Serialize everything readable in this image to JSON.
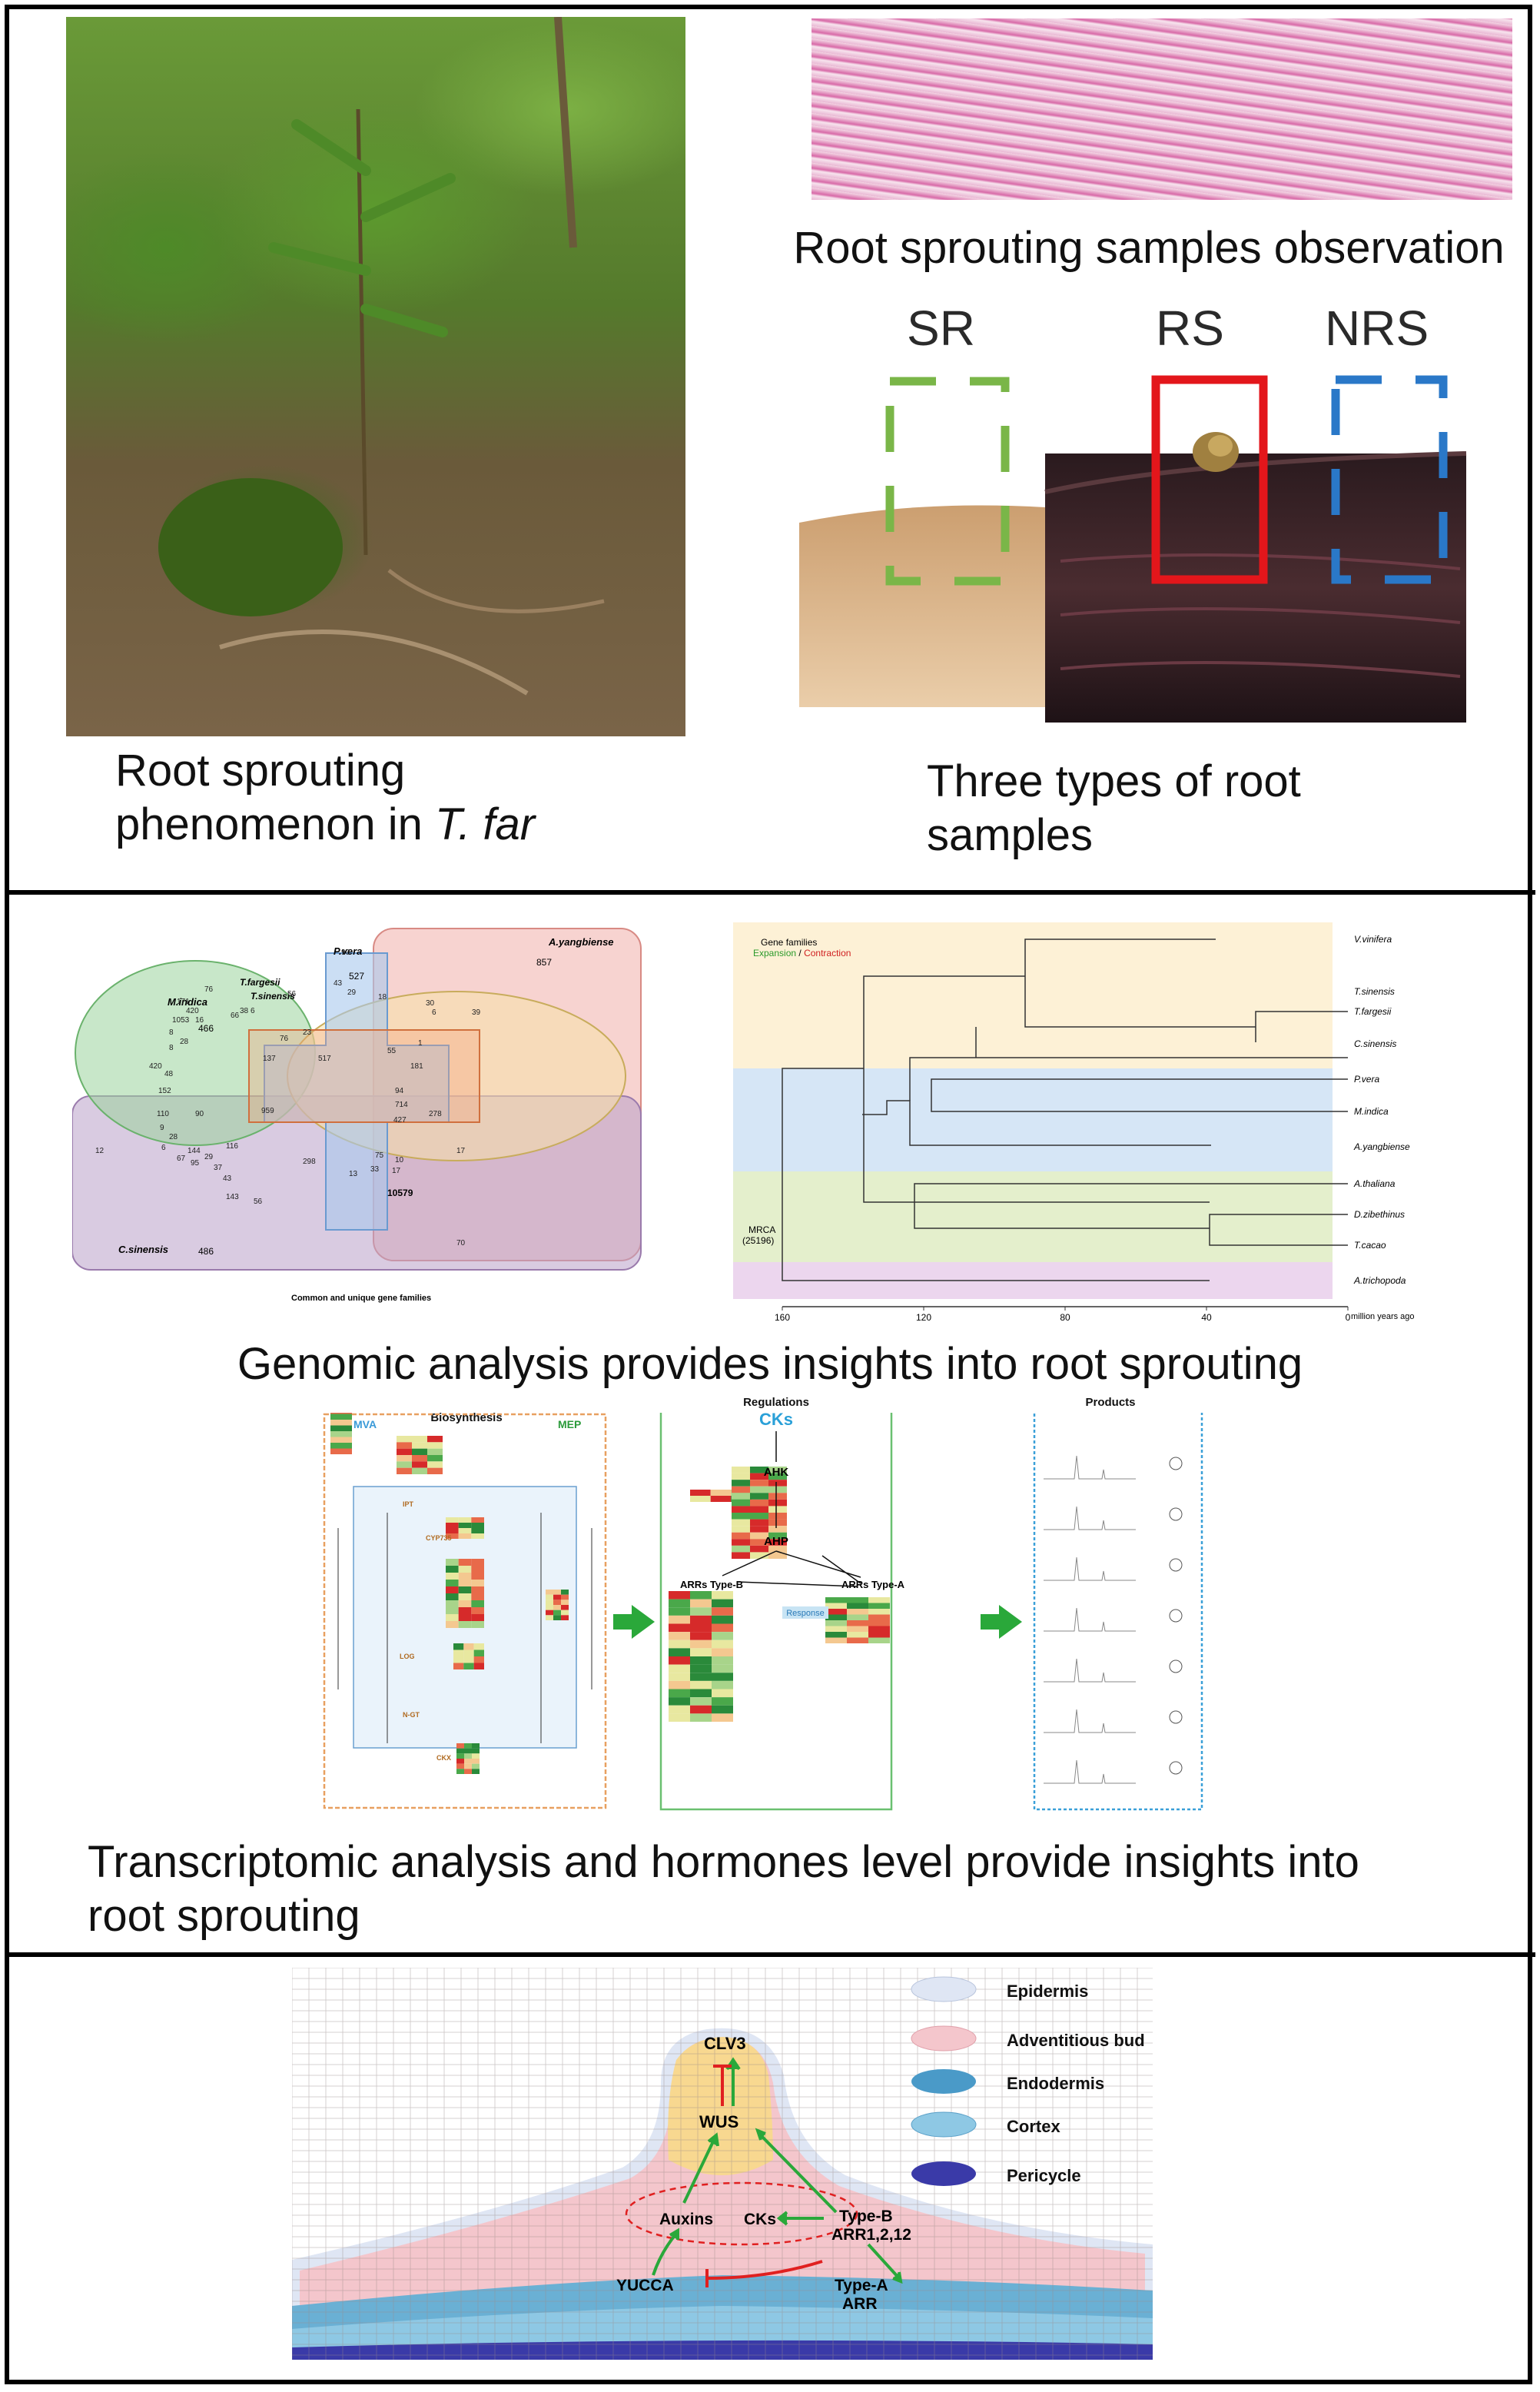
{
  "panel1": {
    "caption_left": [
      "Root sprouting",
      "phenomenon in ",
      "T. far"
    ],
    "caption_micro": "Root sprouting samples observation",
    "sample_labels": [
      "SR",
      "RS",
      "NRS"
    ],
    "caption_right": [
      "Three types of root",
      "samples"
    ]
  },
  "panel2": {
    "venn": {
      "species": [
        "P.vera",
        "A.yangbiense",
        "T.fargesii",
        "T.sinensis",
        "M.indica",
        "C.sinensis"
      ],
      "unique_counts": [
        "527",
        "857",
        "466",
        "486"
      ],
      "core": "10579",
      "caption": "Common and unique gene families",
      "numbers": [
        "90",
        "43",
        "29",
        "18",
        "30",
        "6",
        "171",
        "420",
        "1053",
        "66",
        "76",
        "23",
        "56",
        "38",
        "16",
        "8",
        "28",
        "8",
        "1",
        "39",
        "137",
        "517",
        "55",
        "181",
        "420",
        "48",
        "152",
        "94",
        "714",
        "110",
        "90",
        "959",
        "427",
        "278",
        "12",
        "17",
        "9",
        "28",
        "6",
        "144",
        "116",
        "67",
        "95",
        "29",
        "37",
        "43",
        "298",
        "75",
        "33",
        "13",
        "10",
        "17",
        "143",
        "56",
        "70",
        "76",
        "6"
      ]
    },
    "tree": {
      "legend_title": "Gene families",
      "legend_expansion": "Expansion",
      "legend_slash": " / ",
      "legend_contraction": "Contraction",
      "root_label": "MRCA",
      "root_count": "(25196)",
      "species": [
        "V.vinifera",
        "T.sinensis",
        "T.fargesii",
        "C.sinensis",
        "P.vera",
        "M.indica",
        "A.yangbiense",
        "A.thaliana",
        "D.zibethinus",
        "T.cacao",
        "A.trichopoda"
      ],
      "axis_ticks": [
        "160",
        "120",
        "80",
        "40",
        "0"
      ],
      "axis_unit": "million years ago"
    },
    "caption": "Genomic analysis provides insights into root sprouting"
  },
  "panel3": {
    "biosynthesis_title": "Biosynthesis",
    "regulations_title": "Regulations",
    "products_title": "Products",
    "mva": "MVA",
    "mep": "MEP",
    "enzymes": [
      "IPT",
      "CYP735",
      "LOG",
      "N-GT",
      "CKX"
    ],
    "nodes": [
      "CKs",
      "AHK",
      "AHP",
      "ARRs Type-B",
      "ARRs Type-A",
      "Response"
    ],
    "caption": [
      "Transcriptomic analysis and hormones level provide insights into",
      "root sprouting"
    ]
  },
  "panel4": {
    "legend": [
      "Epidermis",
      "Adventitious bud",
      "Endodermis",
      "Cortex",
      "Pericycle"
    ],
    "labels": [
      "CLV3",
      "WUS",
      "Auxins",
      "CKs",
      "Type-B",
      "ARR1,2,12",
      "YUCCA",
      "Type-A",
      "ARR"
    ]
  },
  "colors": {
    "green_arrow": "#2aa83a",
    "red_inhibit": "#e02020",
    "cks_blue": "#2aa0d8",
    "sr_box": "#7ab648",
    "rs_box": "#e3161b",
    "nrs_box": "#2a78c8"
  }
}
